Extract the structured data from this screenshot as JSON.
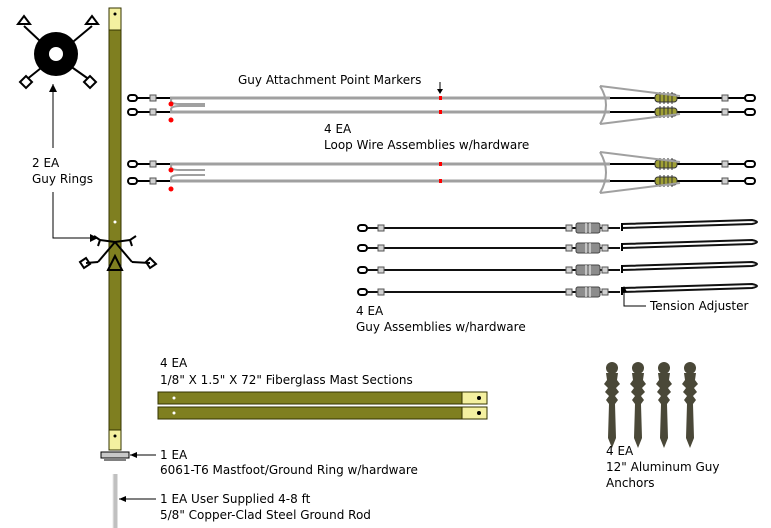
{
  "labels": {
    "guy_rings": {
      "count": "2 EA",
      "name": "Guy Rings"
    },
    "markers": {
      "name": "Guy Attachment Point Markers"
    },
    "loop_wire": {
      "count": "4 EA",
      "name": "Loop Wire Assemblies w/hardware"
    },
    "guy_assemblies": {
      "count": "4 EA",
      "name": "Guy Assemblies w/hardware"
    },
    "tension_adjuster": {
      "name": "Tension Adjuster"
    },
    "mast_sections": {
      "count": "4 EA",
      "name": "1/8\" X 1.5\" X 72\"  Fiberglass Mast Sections"
    },
    "mastfoot": {
      "count": "1 EA",
      "name": "6061-T6 Mastfoot/Ground Ring w/hardware"
    },
    "ground_rod": {
      "count": "1 EA User Supplied 4-8 ft",
      "name": "5/8\" Copper-Clad Steel Ground Rod"
    },
    "anchors": {
      "count": "4 EA",
      "name": "12\" Aluminum Guy",
      "name2": "Anchors"
    }
  },
  "colors": {
    "mast_fill": "#7f7f20",
    "mast_outline": "#333300",
    "mast_tip": "#f4f0a0",
    "wire": "#a0a0a0",
    "guy_wire": "#111111",
    "marker_red": "#ff0000",
    "insulator": "#a0a035",
    "adjuster": "#8c8c8c",
    "anchor": "#4a4838"
  }
}
